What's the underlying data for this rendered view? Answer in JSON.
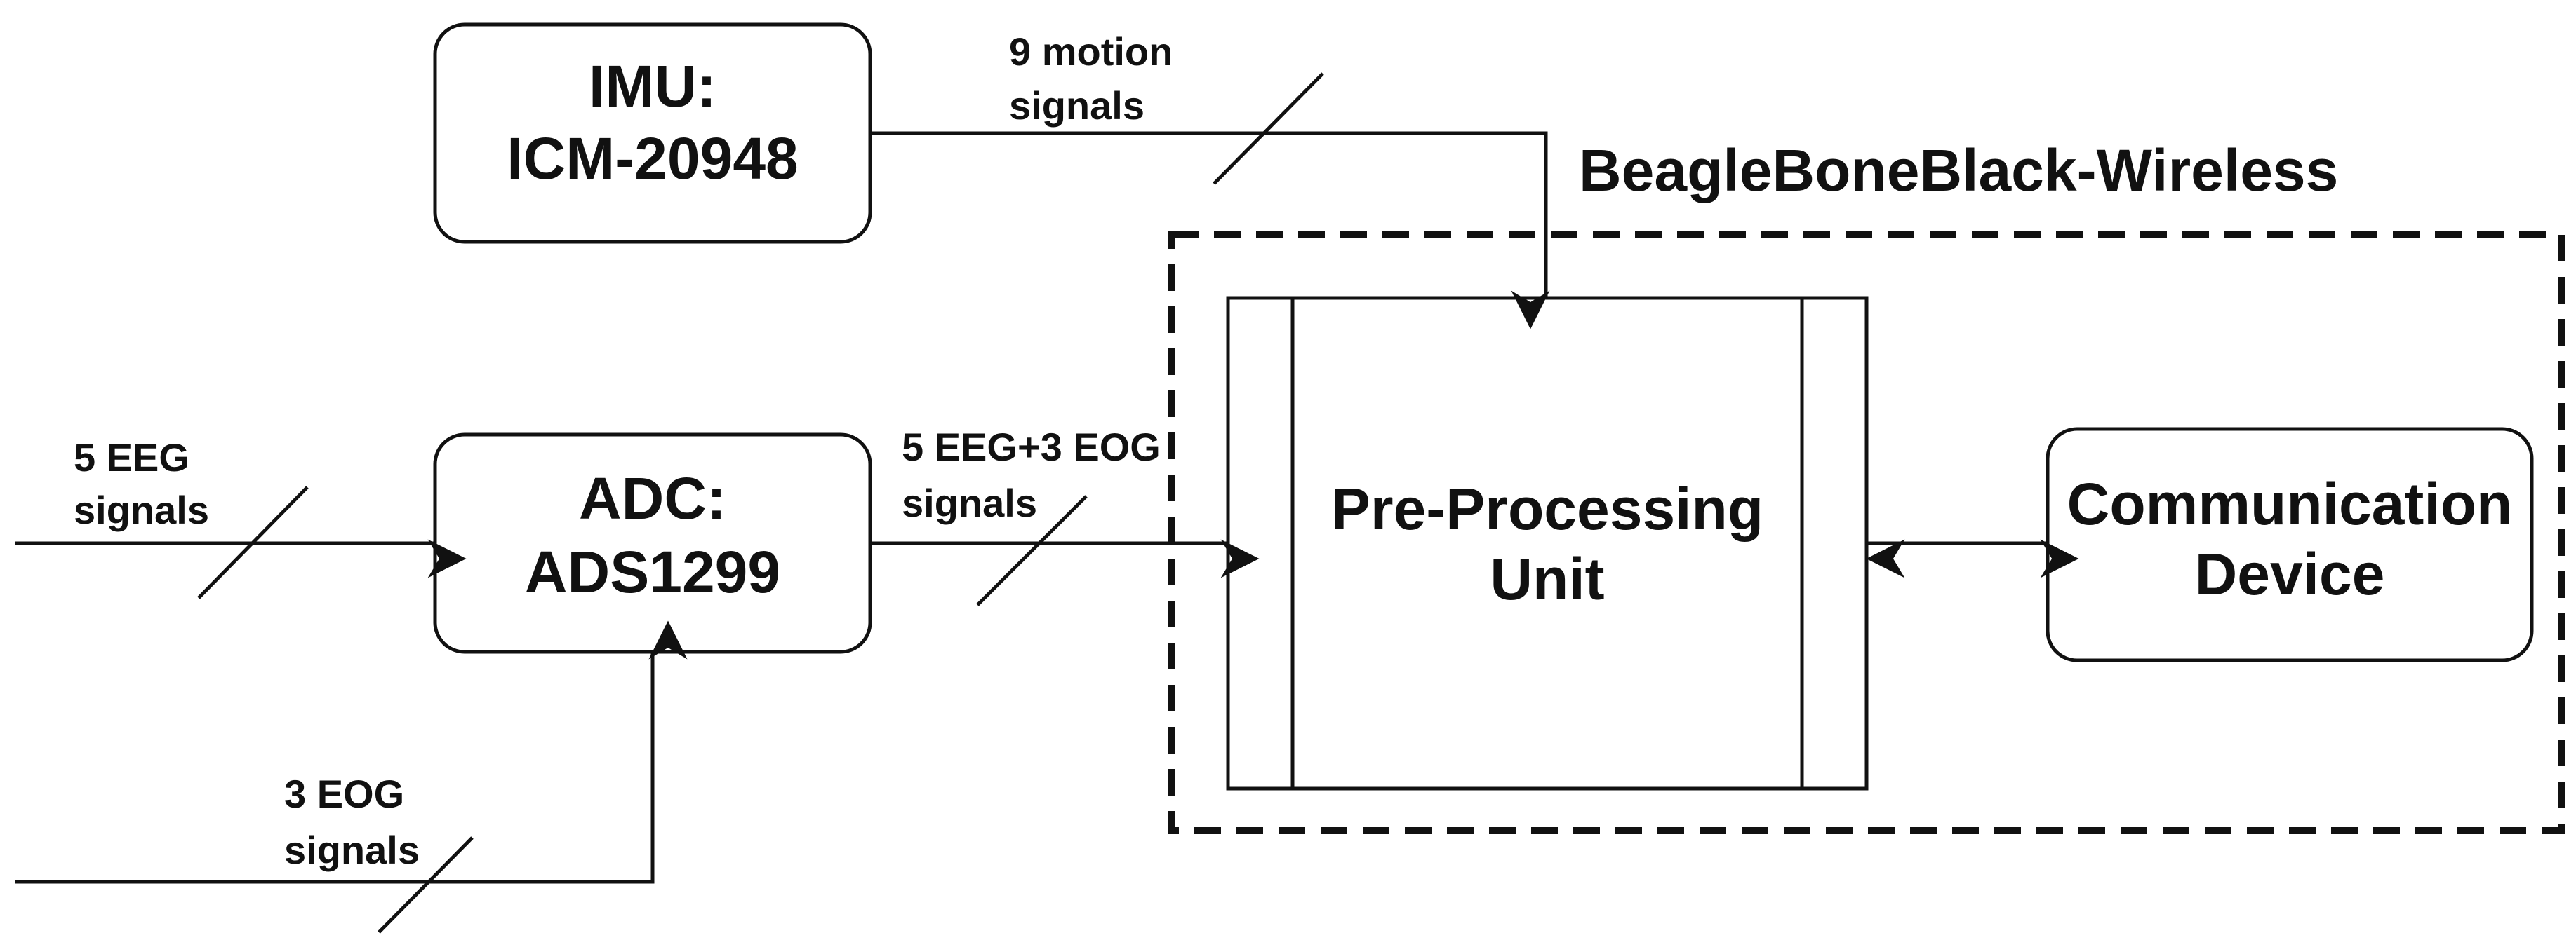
{
  "diagram": {
    "colors": {
      "stroke": "#111111",
      "background": "#ffffff"
    },
    "group": {
      "title": "BeagleBoneBlack-Wireless",
      "style": "dashed"
    },
    "blocks": {
      "imu": {
        "line1": "IMU:",
        "line2": "ICM-20948"
      },
      "adc": {
        "line1": "ADC:",
        "line2": "ADS1299"
      },
      "preproc": {
        "line1": "Pre-Processing",
        "line2": "Unit"
      },
      "comm": {
        "line1": "Communication",
        "line2": "Device"
      }
    },
    "signals": {
      "motion": {
        "line1": "9 motion",
        "line2": "signals"
      },
      "eeg_in": {
        "line1": "5 EEG",
        "line2": "signals"
      },
      "combined": {
        "line1": "5 EEG+3 EOG",
        "line2": "signals"
      },
      "eog_in": {
        "line1": "3 EOG",
        "line2": "signals"
      }
    },
    "connections": [
      {
        "from": "5 EEG signals",
        "to": "ADC: ADS1299",
        "bus": true
      },
      {
        "from": "3 EOG signals",
        "to": "ADC: ADS1299",
        "bus": true
      },
      {
        "from": "ADC: ADS1299",
        "to": "Pre-Processing Unit",
        "bus": true
      },
      {
        "from": "IMU: ICM-20948",
        "to": "Pre-Processing Unit",
        "bus": true
      },
      {
        "from": "Pre-Processing Unit",
        "to": "Communication Device",
        "bidirectional": true
      }
    ]
  }
}
